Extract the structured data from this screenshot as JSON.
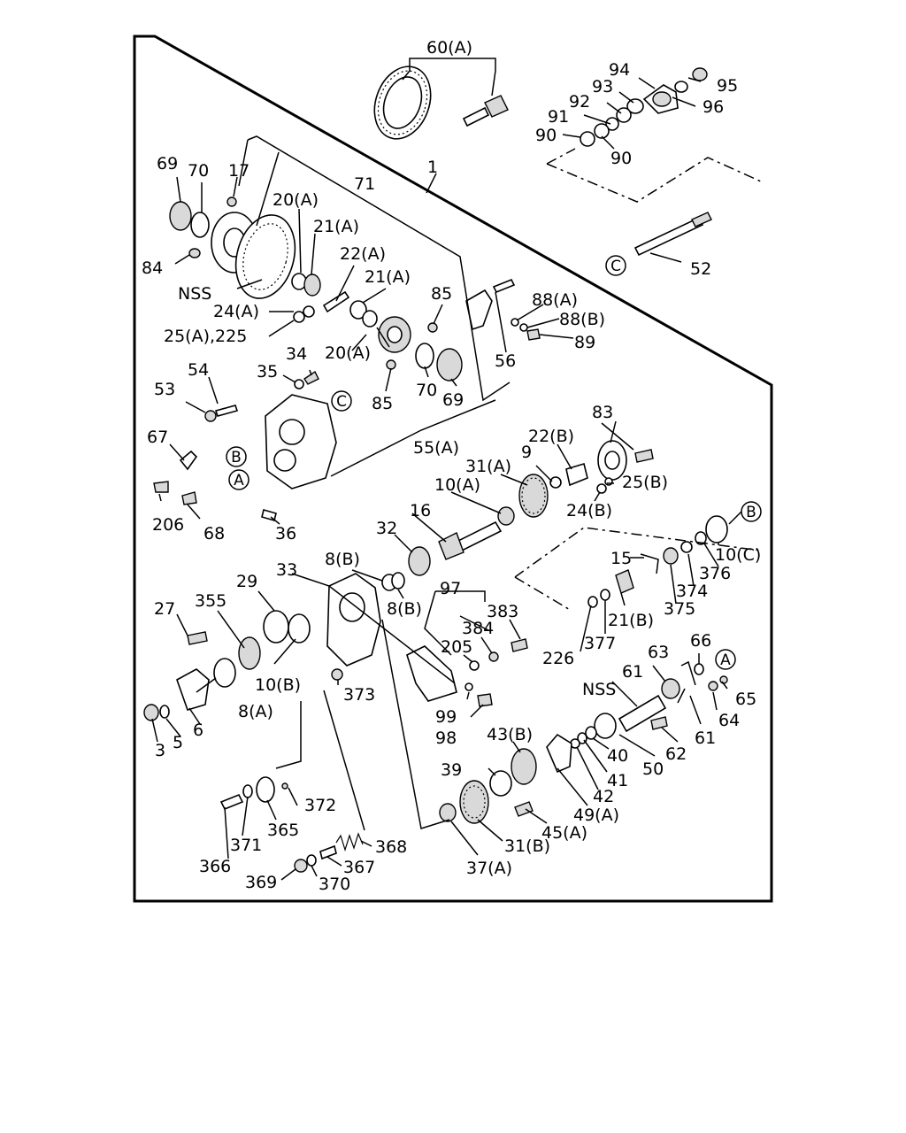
{
  "diagram": {
    "labels": [
      "60(A)",
      "94",
      "95",
      "93",
      "92",
      "96",
      "91",
      "90",
      "90",
      "52",
      "69",
      "70",
      "17",
      "71",
      "1",
      "20(A)",
      "21(A)",
      "22(A)",
      "84",
      "21(A)",
      "NSS",
      "85",
      "24(A)",
      "88(A)",
      "25(A),225",
      "88(B)",
      "89",
      "56",
      "34",
      "35",
      "20(A)",
      "54",
      "53",
      "70",
      "69",
      "85",
      "83",
      "67",
      "55(A)",
      "22(B)",
      "31(A)",
      "9",
      "10(A)",
      "25(B)",
      "24(B)",
      "206",
      "68",
      "36",
      "16",
      "32",
      "33",
      "8(B)",
      "15",
      "29",
      "97",
      "27",
      "355",
      "8(B)",
      "383",
      "384",
      "226",
      "377",
      "205",
      "21(B)",
      "10(B)",
      "373",
      "66",
      "63",
      "61",
      "8(A)",
      "99",
      "NSS",
      "65",
      "3",
      "5",
      "6",
      "98",
      "64",
      "43(B)",
      "62",
      "61",
      "40",
      "39",
      "50",
      "41",
      "42",
      "49(A)",
      "45(A)",
      "372",
      "365",
      "371",
      "368",
      "31(B)",
      "366",
      "367",
      "37(A)",
      "369",
      "370",
      "10(C)",
      "376",
      "374",
      "375"
    ],
    "callouts": [
      "C",
      "C",
      "B",
      "A",
      "B",
      "A"
    ]
  }
}
